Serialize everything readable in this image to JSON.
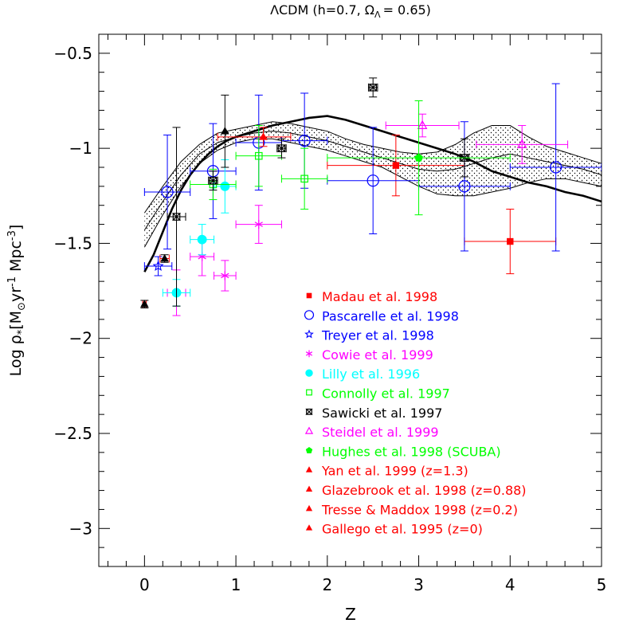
{
  "chart_data": {
    "type": "scatter",
    "title": "ΛCDM (h=0.7, Ω",
    "title_sub": "Λ",
    "title_tail": "= 0.65)",
    "xlabel": "Z",
    "ylabel": "Log ρ",
    "ylabel_sub": "*",
    "ylabel_rest": "[M",
    "ylabel_sun_sub": "⊙",
    "ylabel_tail": "yr",
    "ylabel_sup1": "-1",
    "ylabel_mpc": " Mpc",
    "ylabel_sup2": "-3",
    "ylabel_close": "]",
    "xlim": [
      -0.5,
      5
    ],
    "ylim": [
      -3.2,
      -0.4
    ],
    "xticks": [
      0,
      1,
      2,
      3,
      4,
      5
    ],
    "xtick_labels": [
      "0",
      "1",
      "2",
      "3",
      "4",
      "5"
    ],
    "yticks": [
      -0.5,
      -1,
      -1.5,
      -2,
      -2.5,
      -3
    ],
    "ytick_labels": [
      "−0.5",
      "−1",
      "−1.5",
      "−2",
      "−2.5",
      "−3"
    ],
    "grid": false,
    "legend_position": "bottom-center",
    "model_curves": {
      "thick": {
        "x": [
          0,
          0.1,
          0.2,
          0.3,
          0.4,
          0.5,
          0.6,
          0.7,
          0.8,
          0.9,
          1.0,
          1.2,
          1.4,
          1.6,
          1.8,
          2.0,
          2.2,
          2.4,
          2.6,
          2.8,
          3.0,
          3.2,
          3.4,
          3.6,
          3.8,
          4.0,
          4.2,
          4.4,
          4.6,
          4.8,
          5.0
        ],
        "y": [
          -1.65,
          -1.56,
          -1.44,
          -1.32,
          -1.22,
          -1.14,
          -1.08,
          -1.03,
          -0.99,
          -0.96,
          -0.94,
          -0.91,
          -0.88,
          -0.86,
          -0.84,
          -0.83,
          -0.85,
          -0.88,
          -0.91,
          -0.94,
          -0.97,
          -1.0,
          -1.03,
          -1.07,
          -1.12,
          -1.15,
          -1.18,
          -1.2,
          -1.23,
          -1.25,
          -1.28
        ]
      },
      "band_upper": {
        "x": [
          0,
          0.2,
          0.4,
          0.6,
          0.8,
          1.0,
          1.2,
          1.4,
          1.6,
          1.8,
          2.0,
          2.2,
          2.4,
          2.6,
          2.8,
          3.0,
          3.2,
          3.4,
          3.6,
          3.8,
          4.0,
          4.2,
          4.4,
          4.6,
          4.8,
          5.0
        ],
        "y": [
          -1.34,
          -1.2,
          -1.07,
          -0.98,
          -0.92,
          -0.9,
          -0.88,
          -0.86,
          -0.87,
          -0.89,
          -0.91,
          -0.95,
          -0.98,
          -1.0,
          -1.02,
          -1.03,
          -1.02,
          -0.98,
          -0.92,
          -0.88,
          -0.88,
          -0.94,
          -0.99,
          -1.02,
          -1.05,
          -1.08
        ]
      },
      "band_lower": {
        "x": [
          0,
          0.2,
          0.4,
          0.6,
          0.8,
          1.0,
          1.2,
          1.4,
          1.6,
          1.8,
          2.0,
          2.2,
          2.4,
          2.6,
          2.8,
          3.0,
          3.2,
          3.4,
          3.6,
          3.8,
          4.0,
          4.2,
          4.4,
          4.6,
          4.8,
          5.0
        ],
        "y": [
          -1.52,
          -1.35,
          -1.2,
          -1.08,
          -1.01,
          -0.97,
          -0.95,
          -0.95,
          -0.97,
          -0.99,
          -1.01,
          -1.04,
          -1.07,
          -1.1,
          -1.15,
          -1.2,
          -1.24,
          -1.25,
          -1.25,
          -1.23,
          -1.21,
          -1.18,
          -1.16,
          -1.16,
          -1.18,
          -1.2
        ]
      },
      "band_middle": {
        "x": [
          0,
          0.2,
          0.4,
          0.6,
          0.8,
          1.0,
          1.2,
          1.4,
          1.6,
          1.8,
          2.0,
          2.2,
          2.4,
          2.6,
          2.8,
          3.0,
          3.2,
          3.4,
          3.6,
          3.8,
          4.0,
          4.2,
          4.4,
          4.6,
          4.8,
          5.0
        ],
        "y": [
          -1.43,
          -1.28,
          -1.14,
          -1.03,
          -0.97,
          -0.94,
          -0.92,
          -0.91,
          -0.92,
          -0.94,
          -0.96,
          -0.99,
          -1.02,
          -1.05,
          -1.08,
          -1.11,
          -1.12,
          -1.11,
          -1.08,
          -1.05,
          -1.03,
          -1.05,
          -1.07,
          -1.09,
          -1.11,
          -1.14
        ]
      }
    },
    "series": [
      {
        "name": "Madau et al. 1998",
        "color": "#ff0000",
        "marker": "square-filled",
        "points": [
          {
            "x": 2.75,
            "y": -1.09,
            "xerr": [
              0.75,
              0.75
            ],
            "yerr": [
              0.16,
              0.16
            ]
          },
          {
            "x": 4.0,
            "y": -1.49,
            "xerr": [
              0.5,
              0.5
            ],
            "yerr": [
              0.17,
              0.17
            ]
          }
        ]
      },
      {
        "name": "Pascarelle et al. 1998",
        "color": "#0000ff",
        "marker": "circle-open",
        "points": [
          {
            "x": 0.25,
            "y": -1.23,
            "xerr": [
              0.25,
              0.25
            ],
            "yerr": [
              0.3,
              0.3
            ]
          },
          {
            "x": 0.75,
            "y": -1.12,
            "xerr": [
              0.25,
              0.25
            ],
            "yerr": [
              0.25,
              0.25
            ]
          },
          {
            "x": 1.25,
            "y": -0.97,
            "xerr": [
              0.25,
              0.25
            ],
            "yerr": [
              0.25,
              0.25
            ]
          },
          {
            "x": 1.75,
            "y": -0.96,
            "xerr": [
              0.25,
              0.25
            ],
            "yerr": [
              0.25,
              0.25
            ]
          },
          {
            "x": 2.5,
            "y": -1.17,
            "xerr": [
              0.5,
              0.5
            ],
            "yerr": [
              0.28,
              0.28
            ]
          },
          {
            "x": 3.5,
            "y": -1.2,
            "xerr": [
              0.5,
              0.5
            ],
            "yerr": [
              0.34,
              0.34
            ]
          },
          {
            "x": 4.5,
            "y": -1.1,
            "xerr": [
              0.5,
              0.5
            ],
            "yerr": [
              0.44,
              0.44
            ]
          }
        ]
      },
      {
        "name": "Treyer et al. 1998",
        "color": "#0000ff",
        "marker": "star-open",
        "points": [
          {
            "x": 0.15,
            "y": -1.62,
            "xerr": [
              0.15,
              0.15
            ],
            "yerr": [
              0.05,
              0.05
            ]
          }
        ]
      },
      {
        "name": "Cowie et al. 1999",
        "color": "#ff00ff",
        "marker": "asterisk",
        "points": [
          {
            "x": 0.35,
            "y": -1.76,
            "xerr": [
              0.1,
              0.1
            ],
            "yerr": [
              0.12,
              0.12
            ]
          },
          {
            "x": 0.63,
            "y": -1.57,
            "xerr": [
              0.13,
              0.13
            ],
            "yerr": [
              0.1,
              0.1
            ]
          },
          {
            "x": 0.88,
            "y": -1.67,
            "xerr": [
              0.12,
              0.12
            ],
            "yerr": [
              0.08,
              0.08
            ]
          },
          {
            "x": 1.25,
            "y": -1.4,
            "xerr": [
              0.25,
              0.25
            ],
            "yerr": [
              0.1,
              0.1
            ]
          }
        ]
      },
      {
        "name": "Lilly et al. 1996",
        "color": "#00ffff",
        "marker": "circle-filled",
        "points": [
          {
            "x": 0.35,
            "y": -1.76,
            "xerr": [
              0.15,
              0.15
            ],
            "yerr": [
              0.07,
              0.07
            ]
          },
          {
            "x": 0.63,
            "y": -1.48,
            "xerr": [
              0.13,
              0.13
            ],
            "yerr": [
              0.08,
              0.08
            ]
          },
          {
            "x": 0.88,
            "y": -1.2,
            "xerr": [
              0.12,
              0.12
            ],
            "yerr": [
              0.14,
              0.14
            ]
          }
        ]
      },
      {
        "name": "Connolly et al. 1997",
        "color": "#00ff00",
        "marker": "square-open",
        "points": [
          {
            "x": 0.75,
            "y": -1.19,
            "xerr": [
              0.25,
              0.25
            ],
            "yerr": [
              0.08,
              0.08
            ]
          },
          {
            "x": 1.25,
            "y": -1.04,
            "xerr": [
              0.25,
              0.25
            ],
            "yerr": [
              0.16,
              0.16
            ]
          },
          {
            "x": 1.75,
            "y": -1.16,
            "xerr": [
              0.25,
              0.25
            ],
            "yerr": [
              0.16,
              0.16
            ]
          }
        ]
      },
      {
        "name": "Sawicki et al. 1997",
        "color": "#000000",
        "marker": "bowtie",
        "points": [
          {
            "x": 0.35,
            "y": -1.36,
            "xerr": [
              0.1,
              0.1
            ],
            "yerr": [
              0.47,
              0.47
            ]
          },
          {
            "x": 0.75,
            "y": -1.17,
            "xerr": [
              0.05,
              0.05
            ],
            "yerr": [
              0.05,
              0.05
            ]
          },
          {
            "x": 1.5,
            "y": -1.0,
            "xerr": [
              0.05,
              0.05
            ],
            "yerr": [
              0.05,
              0.05
            ]
          },
          {
            "x": 2.5,
            "y": -0.68,
            "xerr": [
              0.05,
              0.05
            ],
            "yerr": [
              0.05,
              0.05
            ]
          },
          {
            "x": 3.5,
            "y": -1.05,
            "xerr": [
              0.05,
              0.05
            ],
            "yerr": [
              0.1,
              0.1
            ]
          }
        ]
      },
      {
        "name": "Steidel et al. 1999",
        "color": "#ff00ff",
        "marker": "triangle-open",
        "points": [
          {
            "x": 3.04,
            "y": -0.88,
            "xerr": [
              0.4,
              0.4
            ],
            "yerr": [
              0.06,
              0.06
            ]
          },
          {
            "x": 4.13,
            "y": -0.98,
            "xerr": [
              0.5,
              0.5
            ],
            "yerr": [
              0.1,
              0.1
            ]
          }
        ]
      },
      {
        "name": "Hughes et al. 1998 (SCUBA)",
        "color": "#00ff00",
        "marker": "pentagon-filled",
        "points": [
          {
            "x": 3.0,
            "y": -1.05,
            "xerr": [
              1.0,
              1.0
            ],
            "yerr": [
              0.3,
              0.3
            ]
          }
        ]
      },
      {
        "name": "Yan et al. 1999 (z=1.3)",
        "color": "#ff0000",
        "marker": "triangle-filled",
        "points": [
          {
            "x": 1.3,
            "y": -0.94,
            "xerr": [
              0.5,
              0.3
            ],
            "yerr": [
              0.05,
              0.05
            ]
          }
        ]
      },
      {
        "name": "Glazebrook et al. 1998 (z=0.88)",
        "color": "#ff0000",
        "marker": "triangle-filled",
        "points": [
          {
            "x": 0.88,
            "y": -0.91,
            "xerr": [
              0.0,
              0.0
            ],
            "yerr": [
              0.19,
              0.19
            ]
          }
        ]
      },
      {
        "name": "Tresse & Maddox 1998 (z=0.2)",
        "color": "#ff0000",
        "marker": "triangle-filled",
        "points": [
          {
            "x": 0.22,
            "y": -1.58,
            "xerr": [
              0.05,
              0.05
            ],
            "yerr": [
              0.02,
              0.02
            ]
          }
        ]
      },
      {
        "name": "Gallego et al. 1995 (z=0)",
        "color": "#ff0000",
        "marker": "triangle-filled",
        "points": [
          {
            "x": 0.0,
            "y": -1.82,
            "xerr": [
              0.02,
              0.02
            ],
            "yerr": [
              0.02,
              0.02
            ]
          }
        ]
      }
    ],
    "marker_color_overrides": {
      "Glazebrook et al. 1998 (z=0.88)": "#000000",
      "Tresse & Maddox 1998 (z=0.2)": "#000000",
      "Gallego et al. 1995 (z=0)": "#000000"
    },
    "legend_colors": {
      "Madau et al. 1998": "#ff0000",
      "Pascarelle et al. 1998": "#0000ff",
      "Treyer et al. 1998": "#0000ff",
      "Cowie et al. 1999": "#ff00ff",
      "Lilly et al. 1996": "#00ffff",
      "Connolly et al. 1997": "#00ff00",
      "Sawicki et al. 1997": "#000000",
      "Steidel et al. 1999": "#ff00ff",
      "Hughes et al. 1998 (SCUBA)": "#00ff00",
      "Yan et al. 1999 (z=1.3)": "#ff0000",
      "Glazebrook et al. 1998 (z=0.88)": "#ff0000",
      "Tresse & Maddox 1998 (z=0.2)": "#ff0000",
      "Gallego et al. 1995 (z=0)": "#ff0000"
    }
  }
}
